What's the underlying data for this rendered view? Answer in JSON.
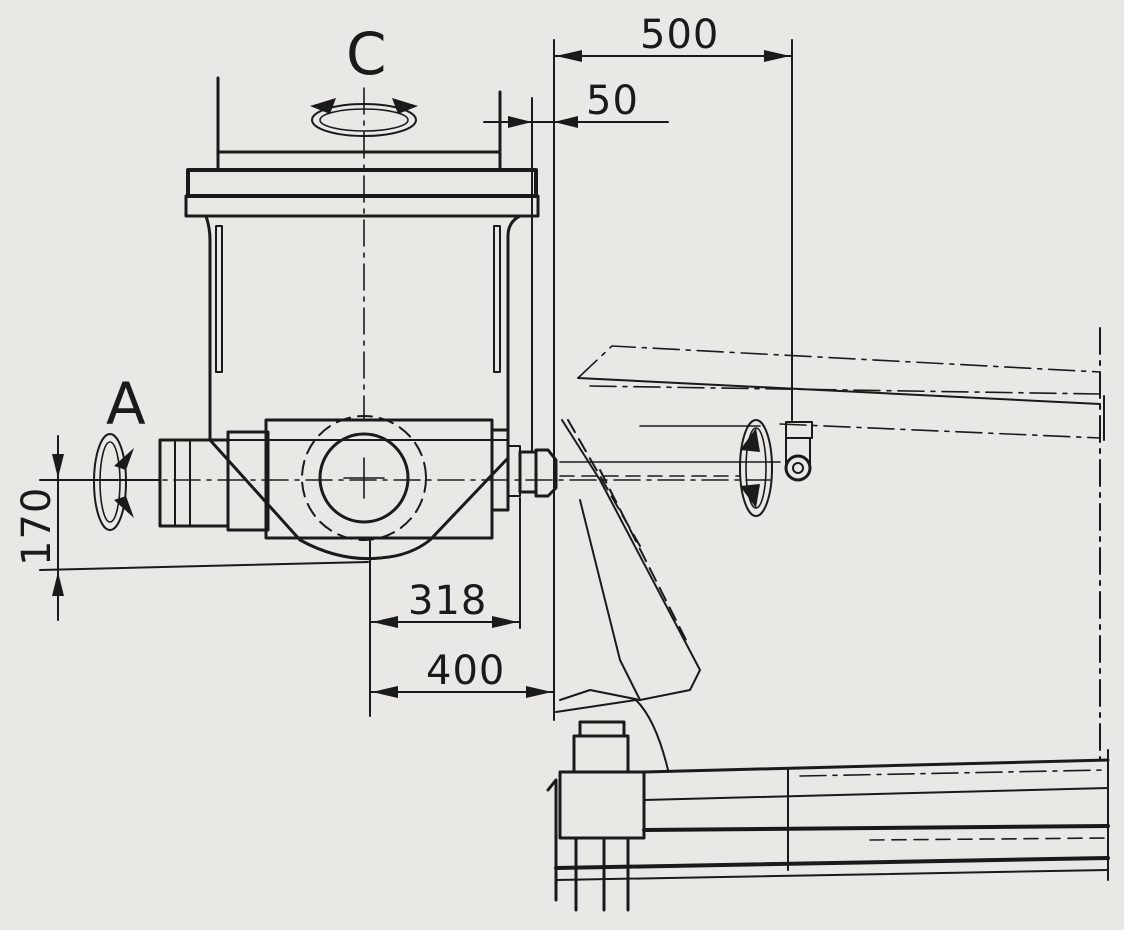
{
  "rotation_axes": {
    "c_label": "C",
    "a_label": "A"
  },
  "dimensions": {
    "d500": "500",
    "d50": "50",
    "d170": "170",
    "d318": "318",
    "d400": "400"
  },
  "colors": {
    "paper": "#e9e8e4",
    "ink": "#1a1a1a",
    "arrow_accent": "#4a5e7a"
  },
  "icons": {
    "rotation_arrow": "circular-arrow-icon",
    "dimension_arrow": "arrowhead-icon"
  }
}
